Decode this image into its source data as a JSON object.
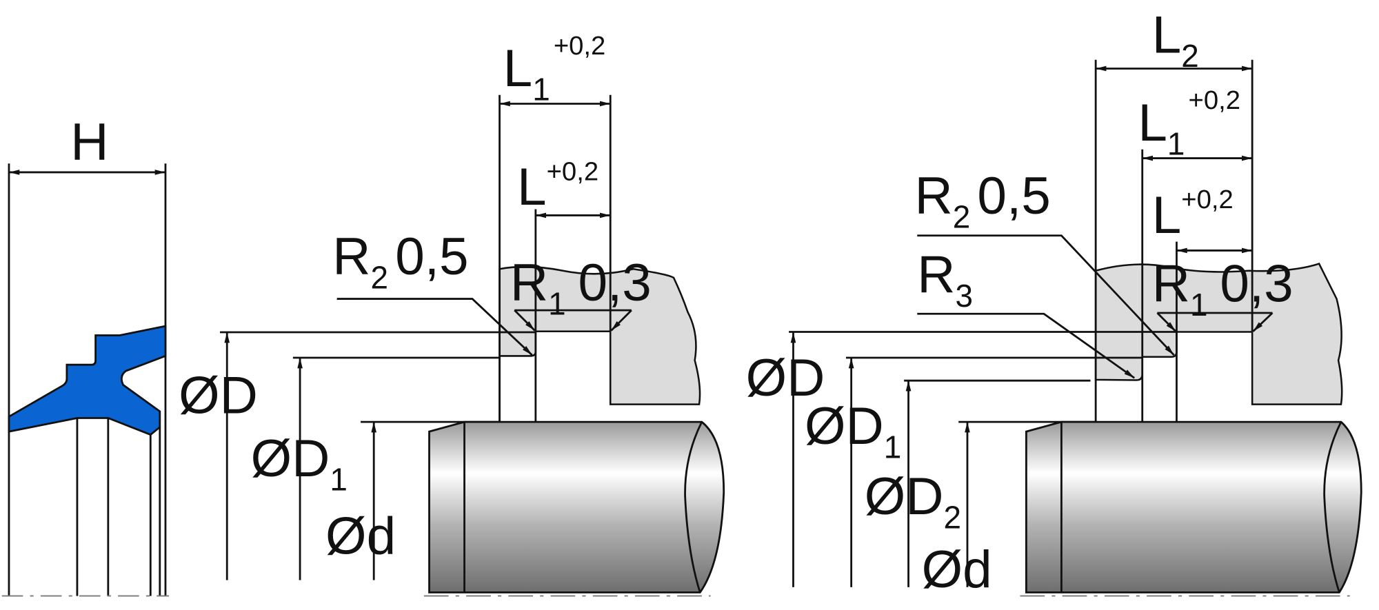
{
  "colors": {
    "seal": "#0a64d2",
    "housing": "#dcdcdc",
    "line": "#111111"
  },
  "seal_profile": {
    "height_label": "H"
  },
  "single_groove": {
    "L1": {
      "main": "L",
      "sub": "1",
      "tol": "+0,2"
    },
    "L": {
      "main": "L",
      "tol": "+0,2"
    },
    "R2": {
      "main": "R",
      "sub": "2",
      "value": "0,5"
    },
    "R1": {
      "main": "R",
      "sub": "1",
      "value": "0,3"
    },
    "D": {
      "main": "ØD"
    },
    "D1": {
      "main": "ØD",
      "sub": "1"
    },
    "d": {
      "main": "Ød"
    }
  },
  "stepped_groove": {
    "L2": {
      "main": "L",
      "sub": "2"
    },
    "L1": {
      "main": "L",
      "sub": "1",
      "tol": "+0,2"
    },
    "L": {
      "main": "L",
      "tol": "+0,2"
    },
    "R2": {
      "main": "R",
      "sub": "2",
      "value": "0,5"
    },
    "R3": {
      "main": "R",
      "sub": "3"
    },
    "R1": {
      "main": "R",
      "sub": "1",
      "value": "0,3"
    },
    "D": {
      "main": "ØD"
    },
    "D1": {
      "main": "ØD",
      "sub": "1"
    },
    "D2": {
      "main": "ØD",
      "sub": "2"
    },
    "d": {
      "main": "Ød"
    }
  }
}
